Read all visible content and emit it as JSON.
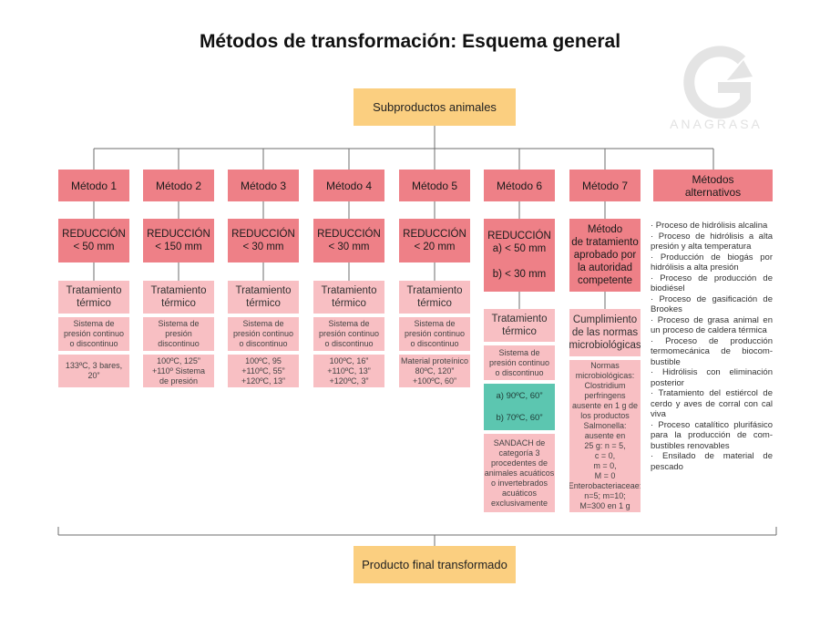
{
  "title": "Métodos de transformación: Esquema general",
  "top_box": "Subproductos animales",
  "bottom_box": "Producto final transformado",
  "logo": {
    "text": "ANAGRASA",
    "letter": "G"
  },
  "colors": {
    "yellow": "#fbcf80",
    "header_red": "#ee8087",
    "light_pink": "#f8bfc3",
    "teal": "#5cc6b0"
  },
  "methods": [
    {
      "label": "Método 1",
      "reduction": "REDUCCIÓN\n< 50 mm",
      "treatment": "Tratamiento\ntérmico",
      "system": "Sistema de\npresión continuo\no discontinuo",
      "conditions": "133ºC, 3 bares,\n20”"
    },
    {
      "label": "Método 2",
      "reduction": "REDUCCIÓN\n< 150 mm",
      "treatment": "Tratamiento\ntérmico",
      "system": "Sistema de\npresión\ndiscontinuo",
      "conditions": "100ºC, 125”\n+110º Sistema\nde presión"
    },
    {
      "label": "Método 3",
      "reduction": "REDUCCIÓN\n< 30 mm",
      "treatment": "Tratamiento\ntérmico",
      "system": "Sistema de\npresión continuo\no discontinuo",
      "conditions": "100ºC, 95\n+110ºC, 55”\n+120ºC, 13”"
    },
    {
      "label": "Método 4",
      "reduction": "REDUCCIÓN\n< 30 mm",
      "treatment": "Tratamiento\ntérmico",
      "system": "Sistema de\npresión continuo\no discontinuo",
      "conditions": "100ºC, 16”\n+110ºC, 13”\n+120ºC,  3”"
    },
    {
      "label": "Método 5",
      "reduction": "REDUCCIÓN\n< 20 mm",
      "treatment": "Tratamiento\ntérmico",
      "system": "Sistema de\npresión continuo\no discontinuo",
      "conditions": "Material proteínico\n80ºC, 120”\n+100ºC, 60”"
    },
    {
      "label": "Método 6",
      "reduction": "REDUCCIÓN\na) < 50 mm\n\nb) < 30 mm",
      "treatment": "Tratamiento\ntérmico",
      "system": "Sistema de\npresión continuo\no discontinuo",
      "conditions": "a) 90ºC, 60”\n\nb) 70ºC, 60”",
      "extra": "SANDACH de\ncategoría 3\nprocedentes de\nanimales acuáticos\no invertebrados\nacuáticos\nexclusivamente"
    },
    {
      "label": "Método 7",
      "reduction": "Método\nde tratamiento\naprobado por\nla autoridad\ncompetente",
      "treatment": "Cumplimiento\nde las normas\nmicrobiológicas",
      "norms": "Normas\nmicrobiológicas:\nClostridium\nperfringens\nausente en 1 g de\nlos productos\nSalmonella:\nausente en\n25 g: n = 5,\nc = 0,\nm = 0,\nM = 0\nEnterobacteriaceae:\nn=5; m=10;\nM=300 en 1 g"
    }
  ],
  "alternative": {
    "label": "Métodos\nalternativos",
    "items": [
      "· Proceso de hidrólisis alcalina",
      "· Proceso de hidrólisis a alta presión y alta temperatura",
      "· Producción de biogás por hidrólisis a alta presión",
      "· Proceso de producción de biodiésel",
      "· Proceso de gasificación de Brookes",
      "· Proceso de grasa animal en un proceso de caldera térmica",
      "· Proceso de producción termomecánica de biocom-bustible",
      "· Hidrólisis con eliminación posterior",
      "· Tratamiento del estiércol de cerdo y aves de corral con cal viva",
      "· Proceso catalítico plurifásico para la producción de com-bustibles renovables",
      "· Ensilado de material de pescado"
    ]
  }
}
